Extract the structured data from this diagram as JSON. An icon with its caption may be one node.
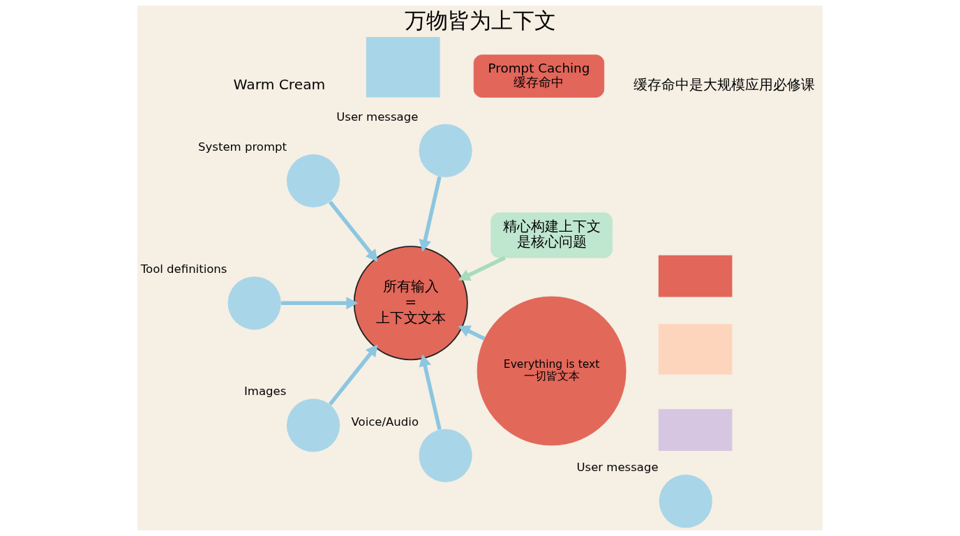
{
  "diagram": {
    "title": "万物皆为上下文",
    "nodes": [
      {
        "text": [
          "System prompt"
        ]
      },
      {
        "text": [
          "User message"
        ]
      },
      {
        "text": [
          "User message"
        ]
      },
      {
        "text": [
          "Tool definitions"
        ]
      },
      {
        "text": [
          "所有输入 = 上下文文本"
        ]
      },
      {
        "text": [
          "精心构建上下文是核心问题"
        ]
      },
      {
        "text": [
          "Images"
        ]
      },
      {
        "text": [
          "Voice/Audio"
        ]
      },
      {
        "text": [
          "Everything is text",
          "一切皆文本"
        ]
      },
      {
        "text": [
          "Prompt Caching",
          "缓存命中"
        ]
      },
      {
        "text": [],
        "shape": "bar"
      },
      {
        "text": [],
        "shape": "bar"
      },
      {
        "text": [],
        "shape": "bar"
      },
      {
        "text": [],
        "shape": "bar"
      }
    ],
    "edges": [
      {
        "from": 0,
        "to": 4,
        "arrow": "to"
      },
      {
        "from": 1,
        "to": 4,
        "arrow": "to"
      },
      {
        "from": 5,
        "to": 4,
        "arrow": "to",
        "color": "#a8dbbd"
      },
      {
        "from": 8,
        "to": 4,
        "arrow": "to"
      },
      {
        "from": 7,
        "to": 4,
        "arrow": "to"
      },
      {
        "from": 6,
        "to": 4,
        "arrow": "to"
      },
      {
        "from": 3,
        "to": 4,
        "arrow": "to"
      }
    ],
    "labels": [
      "Warm Cream",
      "缓存命中是大规模应用必修课"
    ]
  }
}
